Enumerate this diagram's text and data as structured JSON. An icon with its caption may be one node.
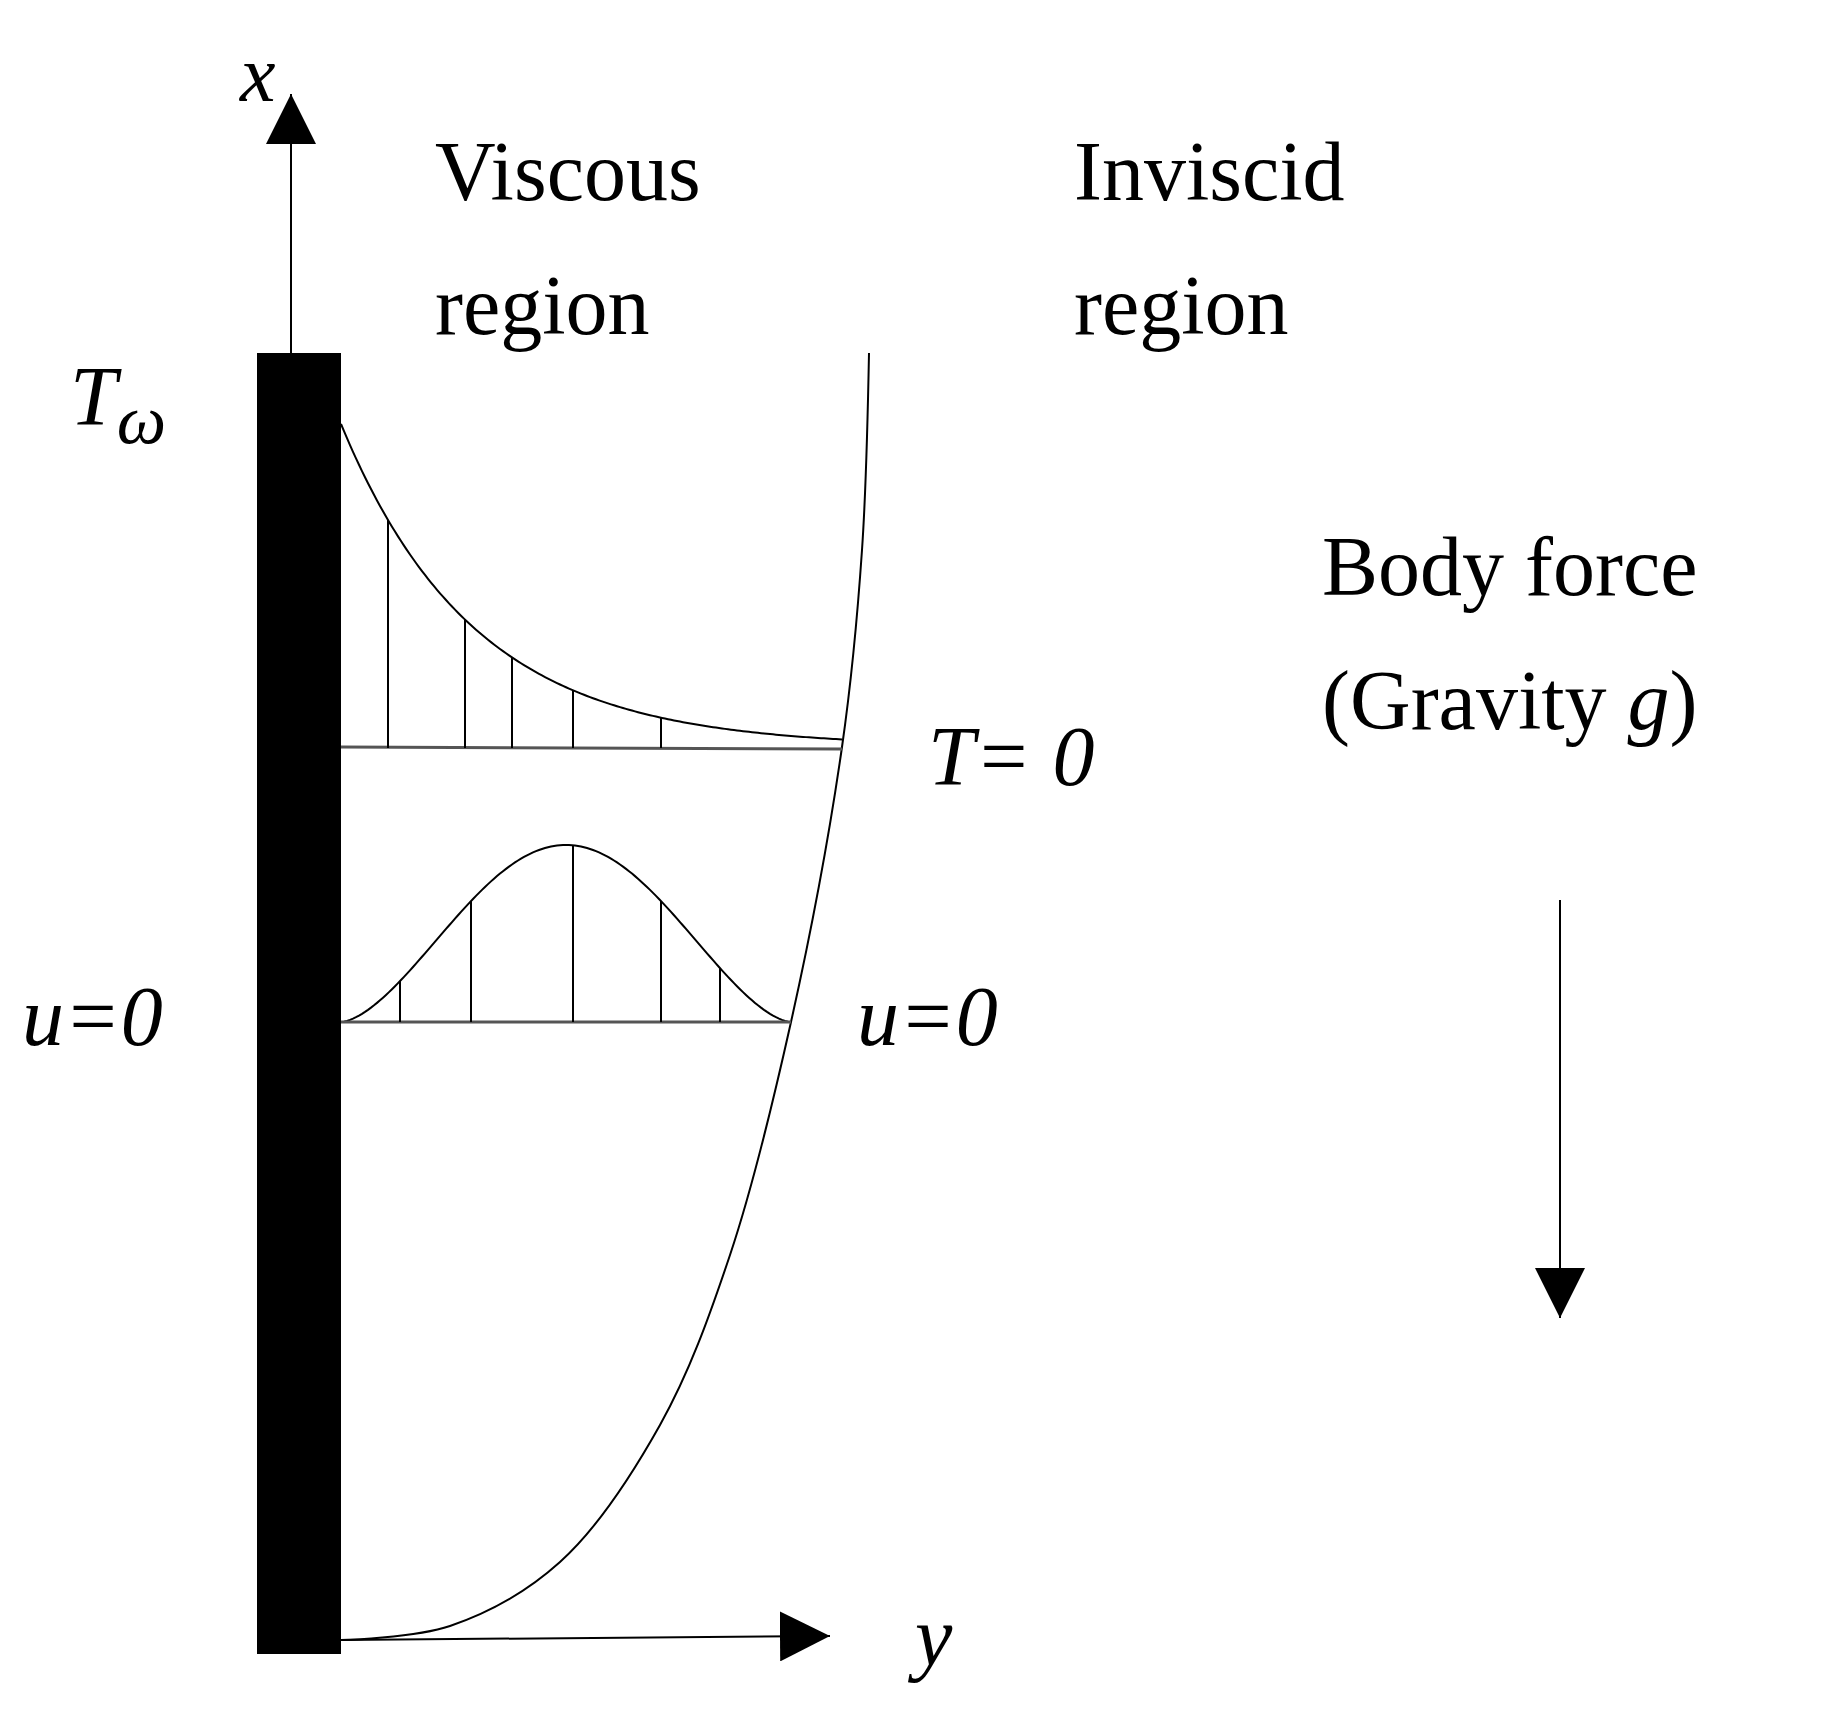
{
  "diagram": {
    "nodes": [
      {
        "text": [],
        "shape": "bar"
      }
    ],
    "labels": [
      "x",
      "Viscous region",
      "Inviscid region",
      "T$_{ω}$",
      "Body force (Gravity *g*)",
      "T= 0",
      "u=0",
      "u=0",
      "y"
    ]
  }
}
